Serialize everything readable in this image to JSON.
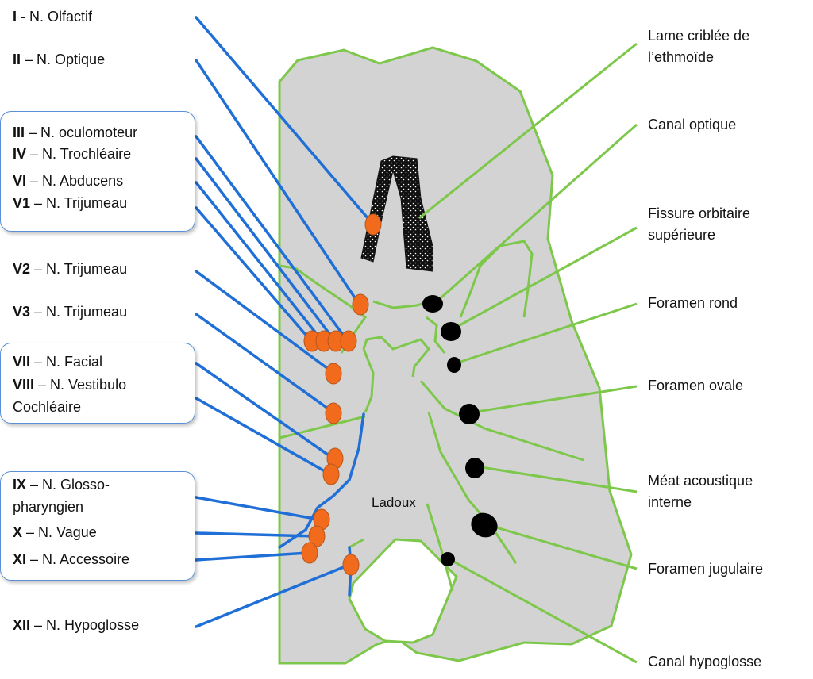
{
  "left_labels": [
    {
      "id": "i",
      "num": "I",
      "sep": " - ",
      "name": "N. Olfactif"
    },
    {
      "id": "ii",
      "num": "II",
      "sep": " – ",
      "name": "N. Optique"
    },
    {
      "id": "iii",
      "num": "III",
      "sep": " – ",
      "name": "N. oculomoteur"
    },
    {
      "id": "iv",
      "num": "IV",
      "sep": " – ",
      "name": "N. Trochléaire"
    },
    {
      "id": "vi",
      "num": "VI",
      "sep": " – ",
      "name": "N.  Abducens"
    },
    {
      "id": "v1",
      "num": "V1",
      "sep": " – ",
      "name": "N. Trijumeau"
    },
    {
      "id": "v2",
      "num": "V2",
      "sep": " – ",
      "name": "N. Trijumeau"
    },
    {
      "id": "v3",
      "num": "V3",
      "sep": " – ",
      "name": "N. Trijumeau"
    },
    {
      "id": "vii",
      "num": "VII",
      "sep": " – ",
      "name": "N.  Facial"
    },
    {
      "id": "viii",
      "num": "VIII",
      "sep": " – ",
      "name": "N.  Vestibulo"
    },
    {
      "id": "viii2",
      "num": "",
      "sep": "",
      "name": "Cochléaire"
    },
    {
      "id": "ix",
      "num": "IX",
      "sep": " – ",
      "name": "N.  Glosso-"
    },
    {
      "id": "ix2",
      "num": "",
      "sep": "",
      "name": "pharyngien"
    },
    {
      "id": "x",
      "num": "X",
      "sep": " – ",
      "name": "N.  Vague"
    },
    {
      "id": "xi",
      "num": "XI",
      "sep": " – ",
      "name": "N.  Accessoire"
    },
    {
      "id": "xii",
      "num": "XII",
      "sep": " – ",
      "name": "N.  Hypoglosse"
    }
  ],
  "right_labels": [
    {
      "id": "lame",
      "lines": [
        "Lame criblée de",
        "l’ethmoïde"
      ]
    },
    {
      "id": "canal-optique",
      "lines": [
        "Canal optique"
      ]
    },
    {
      "id": "fissure",
      "lines": [
        "Fissure orbitaire",
        "supérieure"
      ]
    },
    {
      "id": "rond",
      "lines": [
        "Foramen rond"
      ]
    },
    {
      "id": "ovale",
      "lines": [
        "Foramen ovale"
      ]
    },
    {
      "id": "meat",
      "lines": [
        "Méat acoustique",
        "interne"
      ]
    },
    {
      "id": "jugulaire",
      "lines": [
        "Foramen jugulaire"
      ]
    },
    {
      "id": "hypoglosse",
      "lines": [
        "Canal hypoglosse"
      ]
    }
  ],
  "watermark": "Ladoux",
  "colors": {
    "bone_fill": "#d3d3d3",
    "outline": "#7dc74a",
    "nerve_line": "#1f6fd6",
    "nerve_dot": "#f26b1d",
    "foramen": "#000000",
    "box_border": "#5b8fd6"
  }
}
